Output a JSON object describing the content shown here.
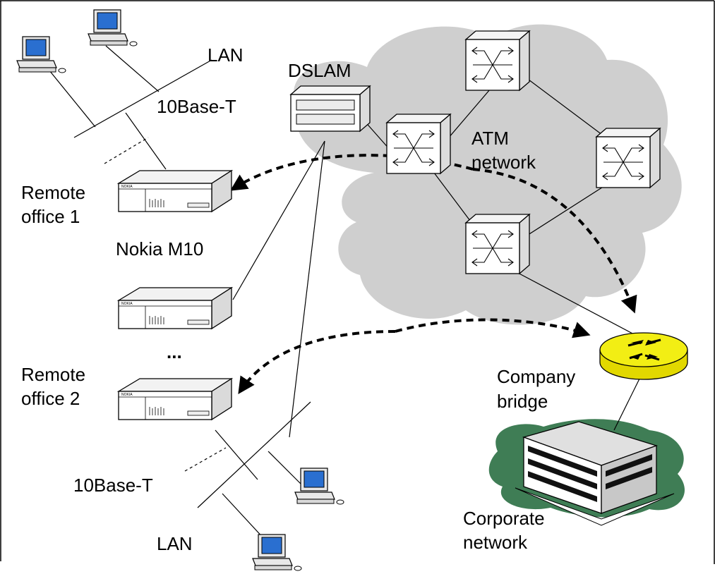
{
  "labels": {
    "lan_top": "LAN",
    "base_top": "10Base-T",
    "dslam": "DSLAM",
    "atm_line1": "ATM",
    "atm_line2": "network",
    "remote1_line1": "Remote",
    "remote1_line2": "office 1",
    "device": "Nokia M10",
    "ellipsis": "...",
    "remote2_line1": "Remote",
    "remote2_line2": "office 2",
    "base_bottom": "10Base-T",
    "lan_bottom": "LAN",
    "bridge_line1": "Company",
    "bridge_line2": "bridge",
    "corp_line1": "Corporate",
    "corp_line2": "network"
  },
  "colors": {
    "cloud": "#cfcfcf",
    "corporate_blob": "#3f7d55",
    "bridge_fill": "#f2ee14",
    "screen": "#2a6fd0"
  },
  "icons": {
    "switch": "atm-switch-icon",
    "modem": "modem-icon",
    "pc": "computer-icon",
    "router": "router-icon",
    "building": "office-building-icon"
  }
}
